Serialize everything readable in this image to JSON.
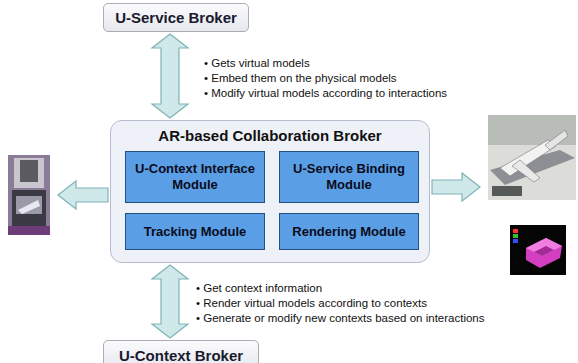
{
  "diagram": {
    "nodes": [
      {
        "text": [
          "U-Service Broker"
        ]
      },
      {
        "text": [
          "AR-based Collaboration Broker"
        ]
      },
      {
        "text": [
          "U-Context Interface Module"
        ],
        "in": 1
      },
      {
        "text": [
          "U-Service Binding Module"
        ],
        "in": 1
      },
      {
        "text": [
          "Tracking Module"
        ],
        "in": 1
      },
      {
        "text": [
          "Rendering Module"
        ],
        "in": 1
      },
      {
        "text": [
          "U-Context Broker"
        ]
      }
    ],
    "edges": [
      {
        "from": 0,
        "to": 1,
        "arrow": "both"
      },
      {
        "from": 1,
        "to": 6,
        "arrow": "both"
      }
    ],
    "labels": [
      "• Gets virtual models",
      "• Embed them on the physical models",
      "• Modify virtual models according to interactions",
      "• Get context information",
      "• Render virtual models according to contexts",
      "• Generate or modify new contexts based on interactions"
    ]
  }
}
